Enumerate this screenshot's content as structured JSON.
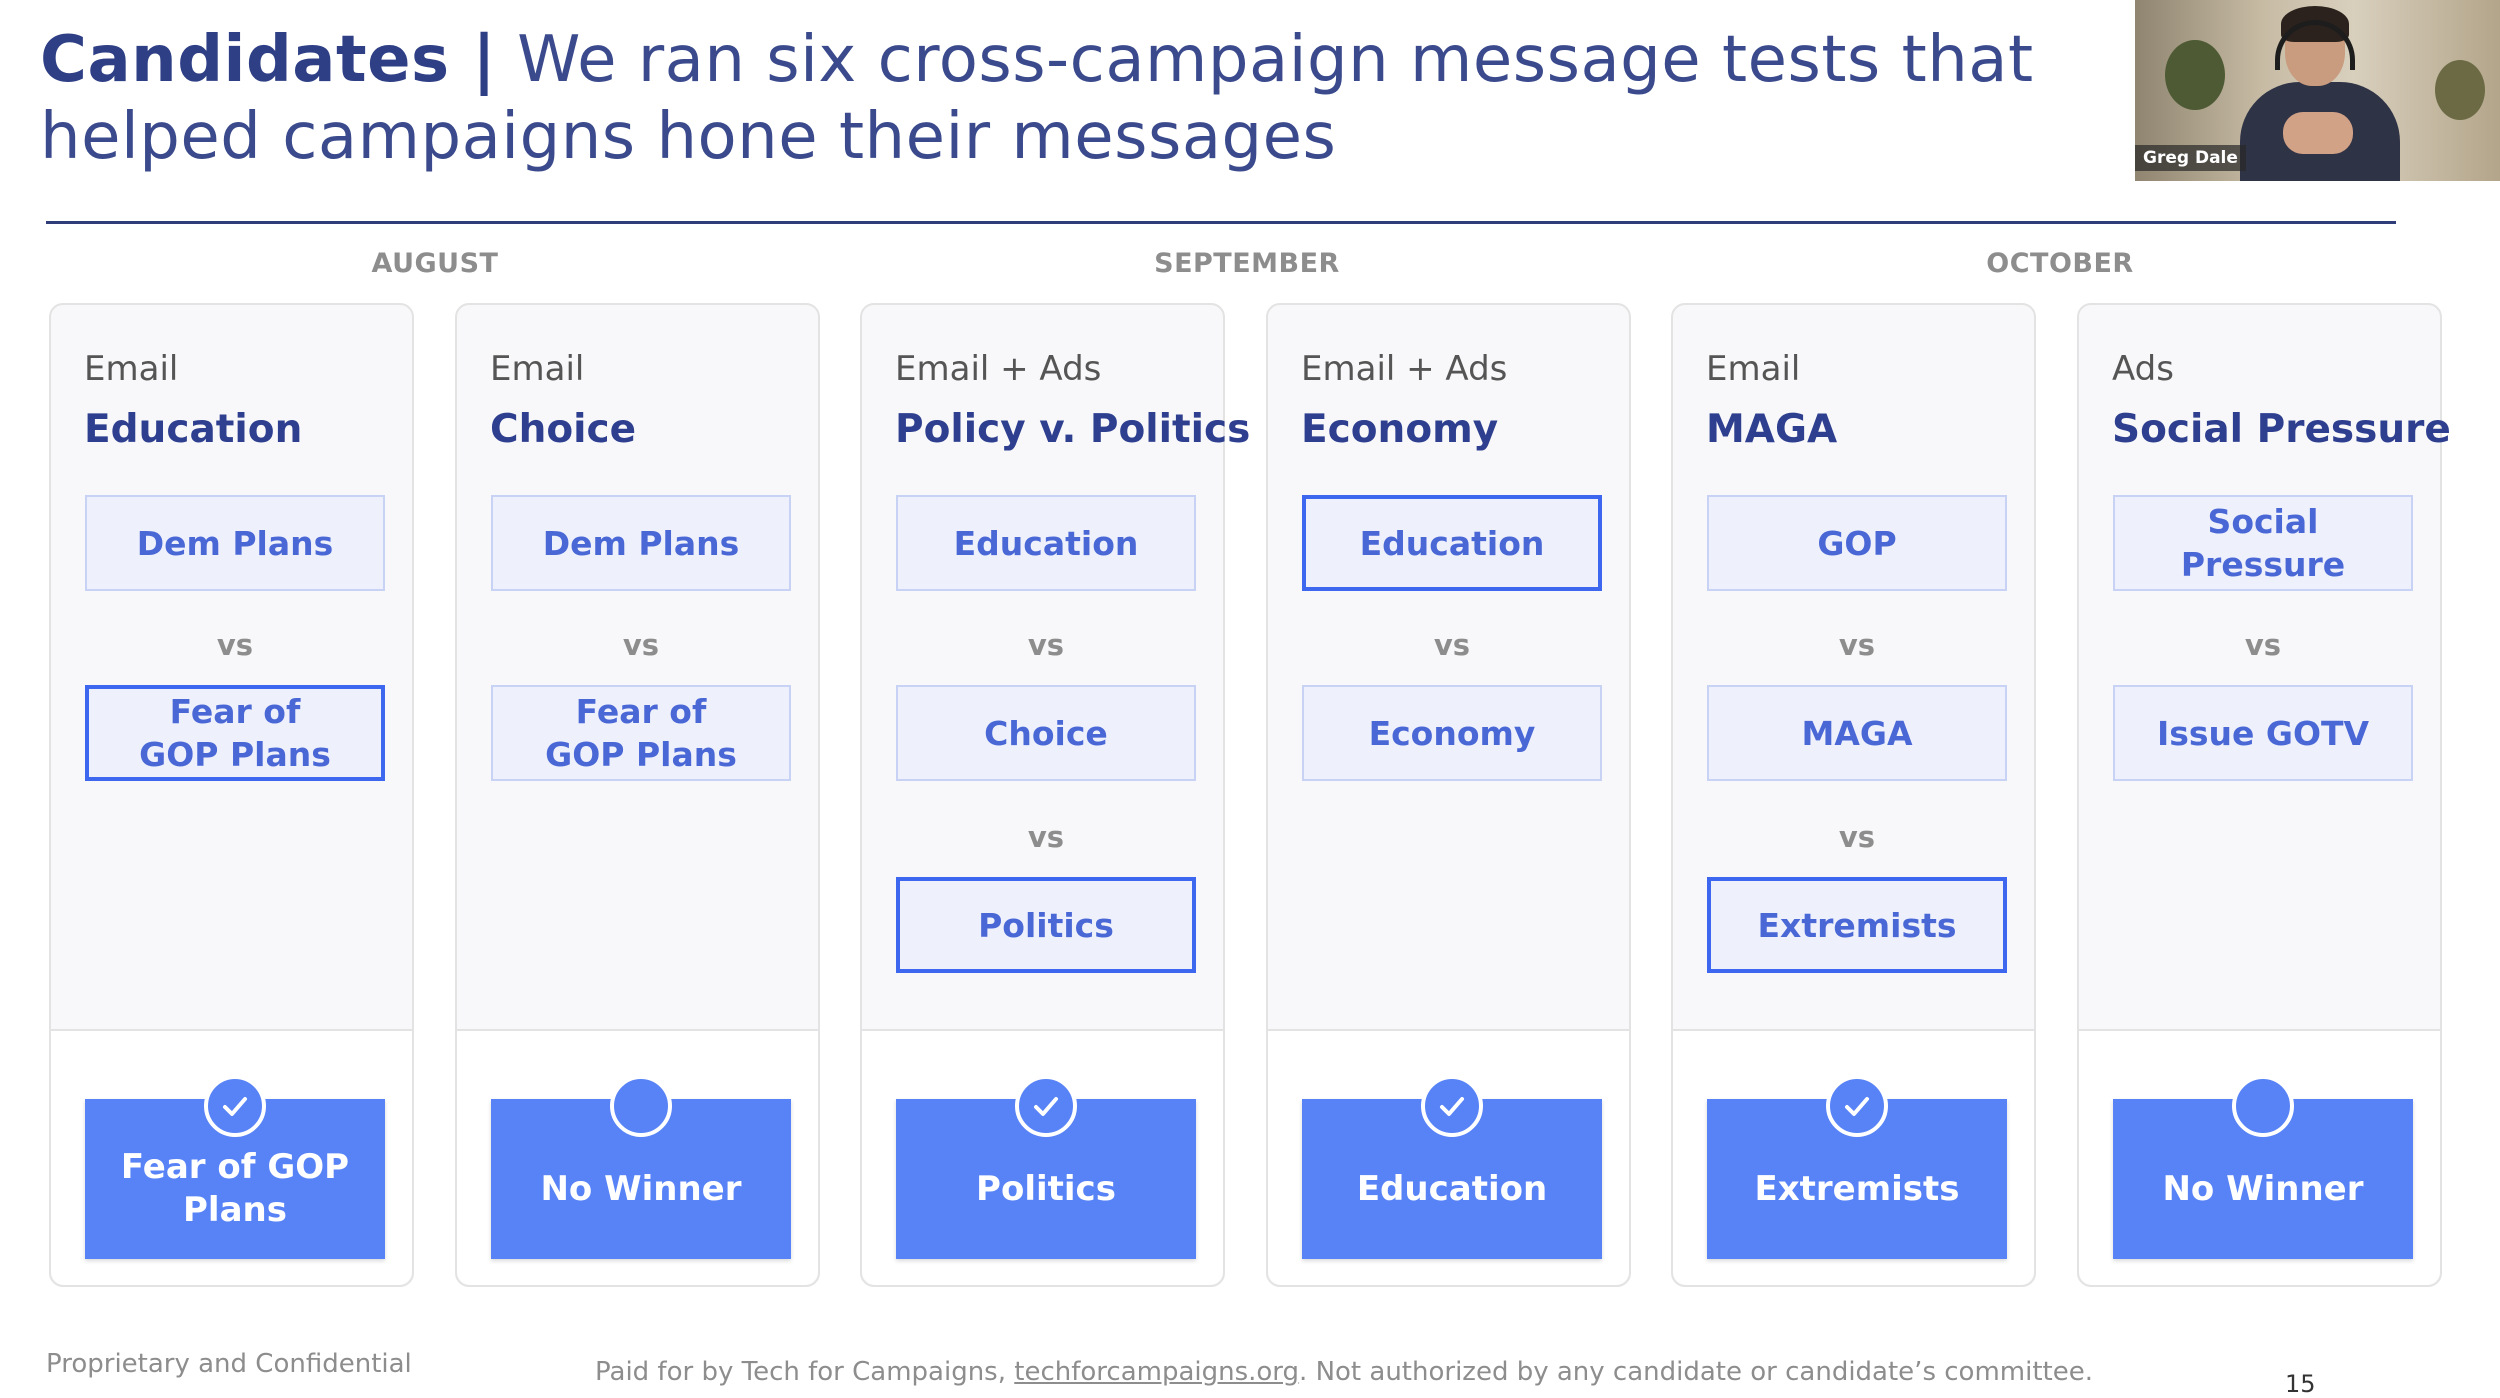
{
  "header": {
    "title_bold": "Candidates |",
    "title_rest": "We ran six cross-campaign message tests that helped campaigns hone their messages"
  },
  "months": [
    "AUGUST",
    "SEPTEMBER",
    "OCTOBER"
  ],
  "vs_label": "vs",
  "tests": [
    {
      "channel": "Email",
      "title": "Education",
      "options": [
        "Dem Plans",
        "Fear of GOP Plans"
      ],
      "selected_option": "Fear of GOP Plans",
      "winner": "Fear of GOP Plans",
      "has_winner": true
    },
    {
      "channel": "Email",
      "title": "Choice",
      "options": [
        "Dem Plans",
        "Fear of GOP Plans"
      ],
      "selected_option": "",
      "winner": "No Winner",
      "has_winner": false
    },
    {
      "channel": "Email + Ads",
      "title": "Policy v. Politics",
      "options": [
        "Education",
        "Choice",
        "Politics"
      ],
      "selected_option": "Politics",
      "winner": "Politics",
      "has_winner": true
    },
    {
      "channel": "Email + Ads",
      "title": "Economy",
      "options": [
        "Education",
        "Economy"
      ],
      "selected_option": "Education",
      "winner": "Education",
      "has_winner": true
    },
    {
      "channel": "Email",
      "title": "MAGA",
      "options": [
        "GOP",
        "MAGA",
        "Extremists"
      ],
      "selected_option": "Extremists",
      "winner": "Extremists",
      "has_winner": true
    },
    {
      "channel": "Ads",
      "title": "Social Pressure",
      "options": [
        "Social Pressure",
        "Issue GOTV"
      ],
      "selected_option": "",
      "winner": "No Winner",
      "has_winner": false
    }
  ],
  "footer": {
    "confidential": "Proprietary and Confidential",
    "paid_prefix": "Paid for by Tech for Campaigns, ",
    "paid_link": "techforcampaigns.org",
    "paid_suffix": ". Not authorized by any candidate or candidate’s committee.",
    "page_number": "15"
  },
  "video": {
    "participant_name": "Greg Dale"
  },
  "colors": {
    "title": "#2e3f85",
    "accent": "#5783f7",
    "option_text": "#4a67d6",
    "selected_border": "#3d67ee"
  }
}
